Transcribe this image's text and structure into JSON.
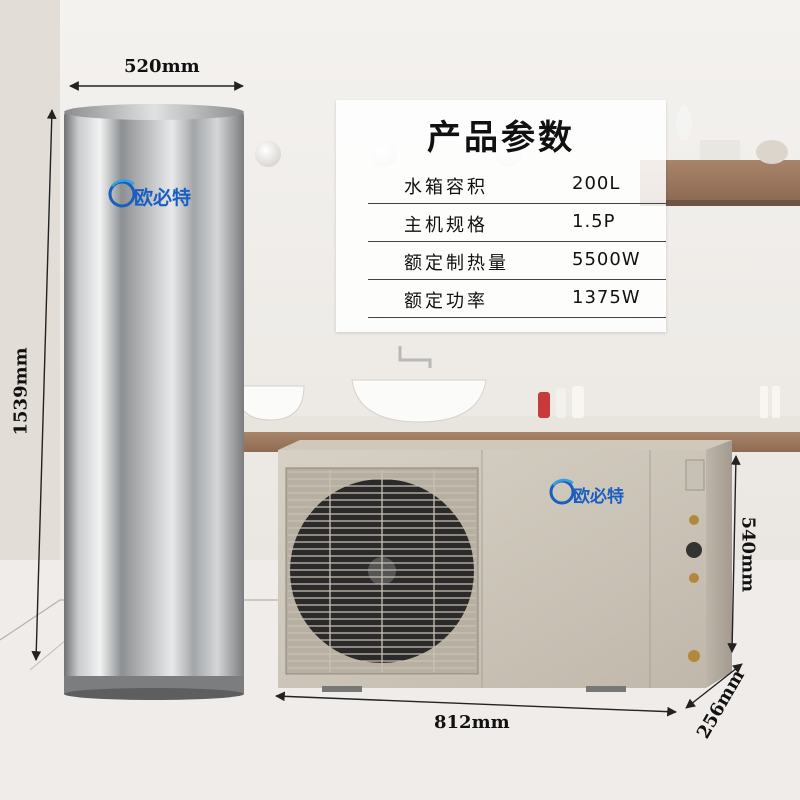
{
  "brand": {
    "logo_text": "欧必特",
    "logo_color": "#1a5fc0"
  },
  "specs": {
    "title": "产品参数",
    "rows": [
      {
        "label": "水箱容积",
        "value": "200L"
      },
      {
        "label": "主机规格",
        "value": "1.5P"
      },
      {
        "label": "额定制热量",
        "value": "5500W"
      },
      {
        "label": "额定功率",
        "value": "1375W"
      }
    ]
  },
  "dimensions": {
    "tank_width": "520mm",
    "tank_height": "1539mm",
    "unit_width": "812mm",
    "unit_height": "540mm",
    "unit_depth": "256mm"
  }
}
